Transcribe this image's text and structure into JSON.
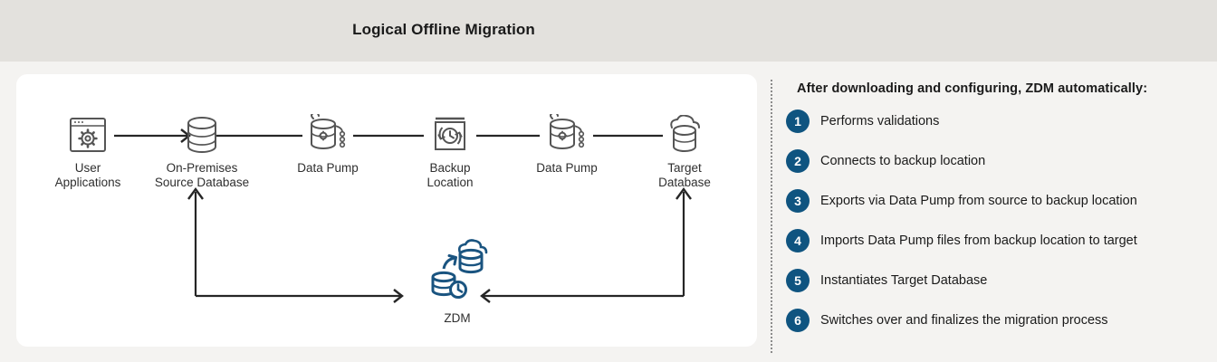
{
  "header": {
    "title": "Logical Offline Migration"
  },
  "diagram": {
    "nodes": [
      {
        "id": "user-applications",
        "label": "User\nApplications",
        "icon": "browser-gear-icon"
      },
      {
        "id": "on-premises-source-db",
        "label": "On-Premises\nSource Database",
        "icon": "database-cylinder-icon"
      },
      {
        "id": "data-pump-export",
        "label": "Data Pump",
        "icon": "data-pump-icon"
      },
      {
        "id": "backup-location",
        "label": "Backup\nLocation",
        "icon": "backup-clock-icon"
      },
      {
        "id": "data-pump-import",
        "label": "Data Pump",
        "icon": "data-pump-icon"
      },
      {
        "id": "target-database",
        "label": "Target\nDatabase",
        "icon": "cloud-database-icon"
      }
    ],
    "zdm": {
      "label": "ZDM",
      "icon": "zdm-migration-icon",
      "color": "#1a5480"
    },
    "colors": {
      "icon_outline": "#555555",
      "connector": "#262626",
      "card_background": "#ffffff"
    }
  },
  "steps": {
    "heading": "After downloading and configuring, ZDM automatically:",
    "items": [
      {
        "number": "1",
        "text": "Performs validations"
      },
      {
        "number": "2",
        "text": "Connects to backup location"
      },
      {
        "number": "3",
        "text": "Exports via Data Pump from source to backup location"
      },
      {
        "number": "4",
        "text": "Imports Data Pump files from backup location to target"
      },
      {
        "number": "5",
        "text": "Instantiates Target Database"
      },
      {
        "number": "6",
        "text": "Switches over and finalizes the migration process"
      }
    ],
    "badge_color": "#0f5480"
  },
  "theme": {
    "header_background": "#e3e1dd",
    "page_background": "#f4f3f1",
    "divider_color": "#8b8b8b"
  }
}
